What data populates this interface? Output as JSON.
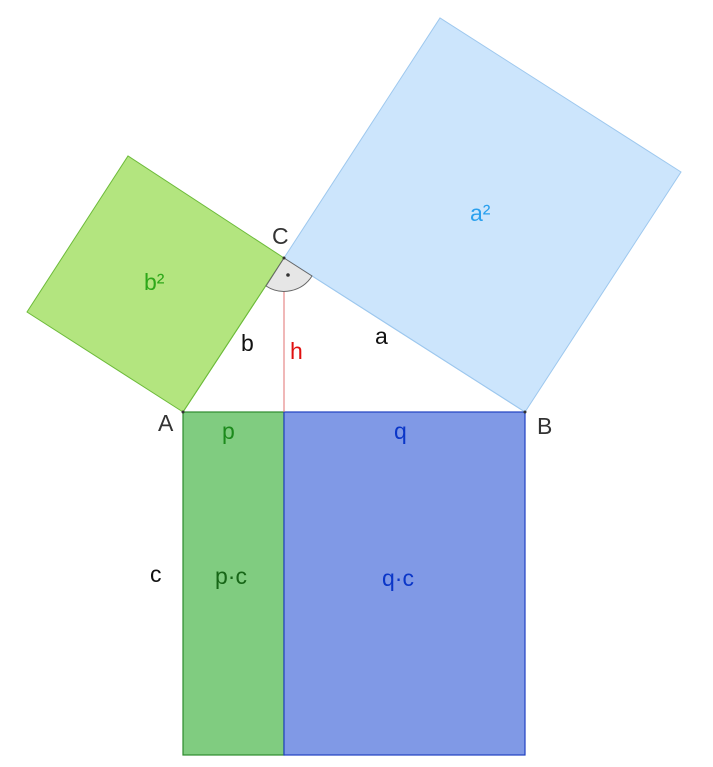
{
  "diagram": {
    "points": {
      "A": "A",
      "B": "B",
      "C": "C"
    },
    "sides": {
      "a": "a",
      "b": "b",
      "c": "c",
      "h": "h"
    },
    "segments": {
      "p": "p",
      "q": "q"
    },
    "areas": {
      "a_sq": "a²",
      "b_sq": "b²",
      "pc": "p·c",
      "qc": "q·c"
    },
    "colors": {
      "a_square_fill": "#cce5fc",
      "a_square_stroke": "#9ec8ee",
      "a_square_label": "#2aa0ee",
      "b_square_fill": "#b3e57f",
      "b_square_stroke": "#6dbb3a",
      "b_square_label": "#2ea81a",
      "p_rect_fill": "#80cc80",
      "p_rect_stroke": "#2e8b2e",
      "p_label": "#1c8a1c",
      "pc_label": "#176617",
      "q_rect_fill": "#8099e6",
      "q_rect_stroke": "#2040c0",
      "q_label": "#0a36c8",
      "h_line": "#e07070",
      "h_label": "#e01010",
      "right_angle_fill": "#e6e6e6",
      "right_angle_stroke": "#666666"
    }
  }
}
